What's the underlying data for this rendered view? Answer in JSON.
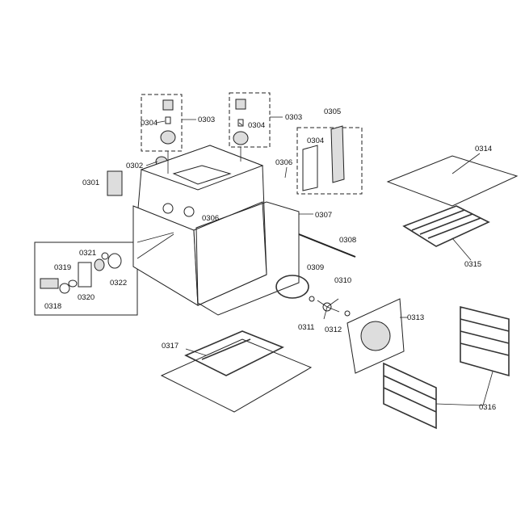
{
  "diagram": {
    "labels": [
      "0304",
      "0303",
      "0304",
      "0303",
      "0305",
      "0304",
      "0302",
      "0301",
      "0306",
      "0314",
      "0306",
      "0307",
      "0308",
      "0315",
      "0321",
      "0319",
      "0322",
      "0318",
      "0320",
      "0309",
      "0310",
      "0311",
      "0312",
      "0313",
      "0317",
      "0316"
    ]
  }
}
